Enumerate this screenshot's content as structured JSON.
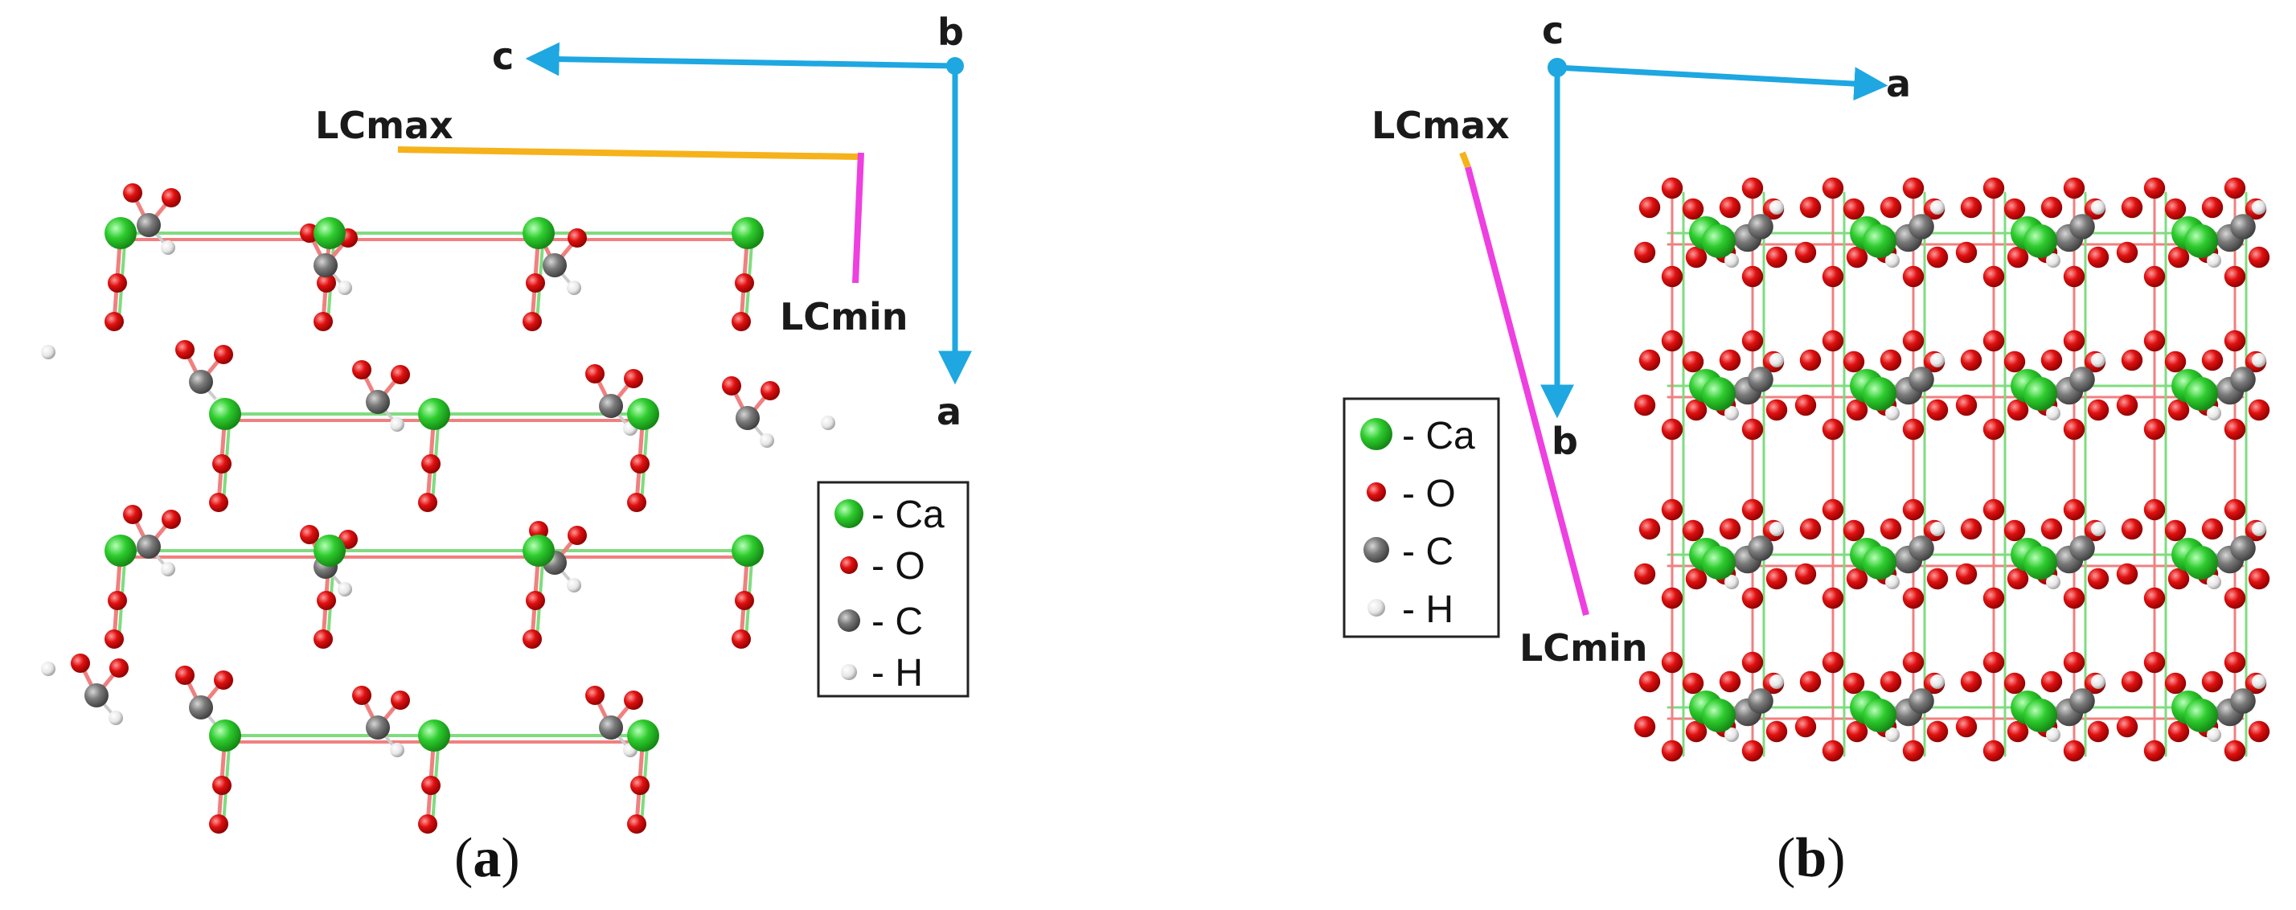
{
  "panels": [
    {
      "id": "a",
      "caption_open": "(",
      "caption_letter": "a",
      "caption_close": ")",
      "axes": {
        "origin": "b",
        "horizontal": "c",
        "vertical": "a"
      },
      "lattice_labels": {
        "max": "LCmax",
        "min": "LCmin"
      }
    },
    {
      "id": "b",
      "caption_open": "(",
      "caption_letter": "b",
      "caption_close": ")",
      "axes": {
        "origin": "c",
        "horizontal": "a",
        "vertical": "b"
      },
      "lattice_labels": {
        "max": "LCmax",
        "min": "LCmin"
      }
    }
  ],
  "legend": [
    {
      "symbol": "Ca",
      "label": "- Ca",
      "color": "#2ecc2e"
    },
    {
      "symbol": "O",
      "label": "- O",
      "color": "#e01010"
    },
    {
      "symbol": "C",
      "label": "- C",
      "color": "#7a7a7a"
    },
    {
      "symbol": "H",
      "label": "- H",
      "color": "#e6e6e6"
    }
  ],
  "colors": {
    "axis": "#1ea7e1",
    "lc_max": "#f6b21a",
    "lc_min": "#ee3fe0",
    "bond_ca": "#7fdc7f",
    "bond_o": "#f08080"
  }
}
